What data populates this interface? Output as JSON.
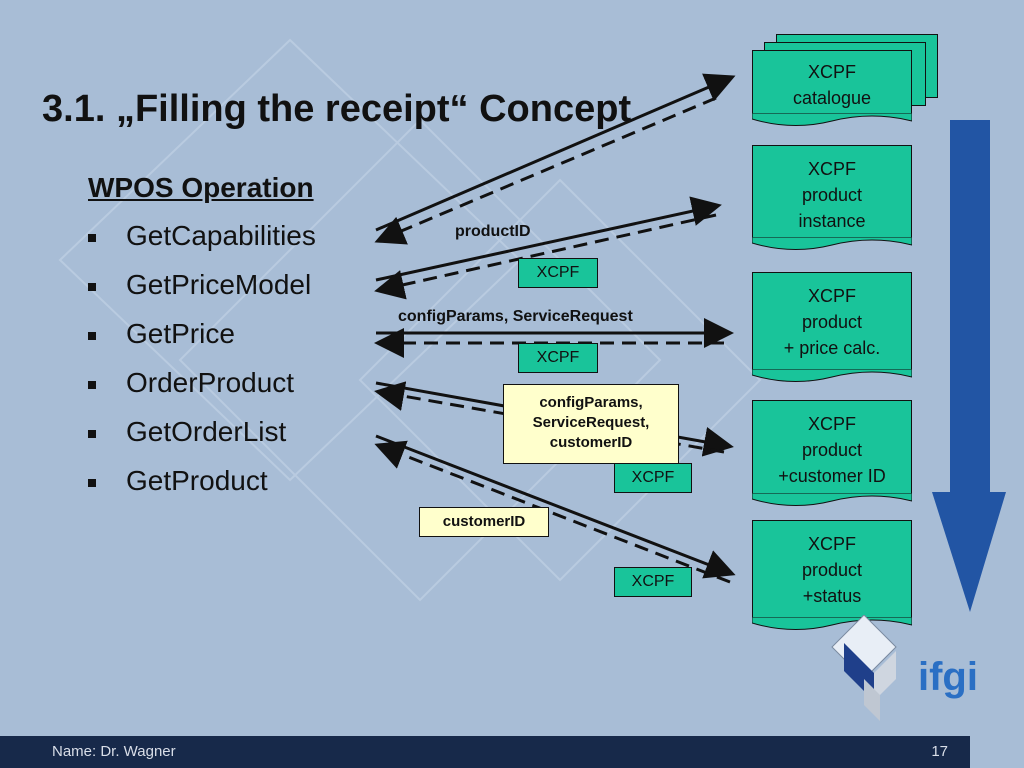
{
  "slide": {
    "title": "3.1. „Filling the receipt“ Concept",
    "heading": "WPOS Operation",
    "operations": [
      "GetCapabilities",
      "GetPriceModel",
      "GetPrice",
      "OrderProduct",
      "GetOrderList",
      "GetProduct"
    ]
  },
  "documents": [
    {
      "line1": "XCPF",
      "line2": "catalogue",
      "line3": ""
    },
    {
      "line1": "XCPF",
      "line2": "product",
      "line3": "instance"
    },
    {
      "line1": "XCPF",
      "line2": "product",
      "line3": "+ price calc."
    },
    {
      "line1": "XCPF",
      "line2": "product",
      "line3": "+customer ID"
    },
    {
      "line1": "XCPF",
      "line2": "product",
      "line3": "+status"
    }
  ],
  "tags": [
    "XCPF",
    "XCPF",
    "XCPF",
    "XCPF"
  ],
  "labels": {
    "productID": "productID",
    "configParams": "configParams, ServiceRequest"
  },
  "notes": {
    "order": {
      "line1": "configParams,",
      "line2": "ServiceRequest,",
      "line3": "customerID"
    },
    "getproduct": "customerID"
  },
  "logo": {
    "text": "ifgi"
  },
  "footer": {
    "name": "Name: Dr. Wagner",
    "page": "17"
  },
  "colors": {
    "background": "#a8bdd6",
    "document": "#19c49a",
    "note": "#ffffcc",
    "footer": "#17294a",
    "flow_arrow": "#2255a4"
  }
}
